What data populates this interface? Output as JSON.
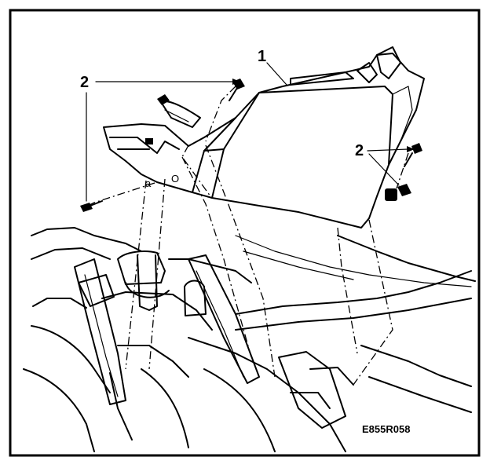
{
  "callouts": {
    "part_1": "1",
    "part_2_left": "2",
    "part_2_right": "2",
    "screw_label": "a",
    "screw_label_o": "O"
  },
  "figure_code": "E855R058"
}
